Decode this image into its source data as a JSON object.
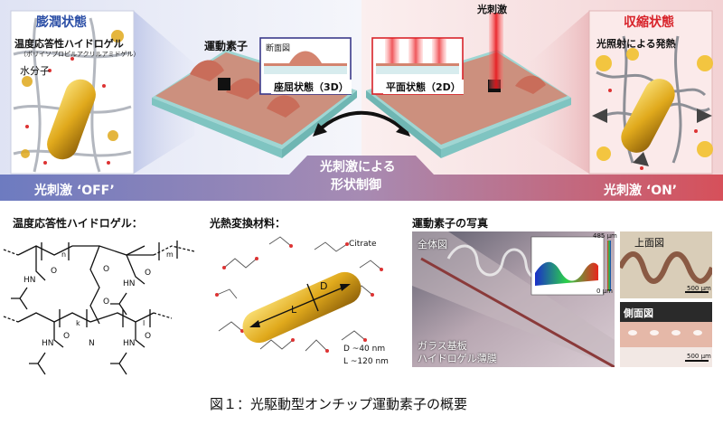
{
  "top": {
    "left_state": "膨潤状態",
    "right_state": "収縮状態",
    "left_hydrogel": "温度応答性ハイドロゲル",
    "left_hydrogel_sub": "（ポリイソプロピルアクリルアミドゲル）",
    "left_water": "水分子",
    "right_heat": "光照射による発熱",
    "motion_element": "運動素子",
    "cross_section": "断面図",
    "buckled_state": "座屈状態（3D）",
    "flat_state": "平面状態（2D）",
    "light_stimulus": "光刺激",
    "band_left": "光刺激 ‘OFF’",
    "band_center_1": "光刺激による",
    "band_center_2": "形状制御",
    "band_right": "光刺激 ‘ON’"
  },
  "bottom": {
    "hydrogel_title": "温度応答性ハイドロゲル：",
    "photothermal_title": "光熱変換材料：",
    "photo_title": "運動素子の写真",
    "citrate": "Citrate",
    "rod_L": "L",
    "rod_D": "D",
    "d_size": "D ~40 nm",
    "l_size": "L ~120 nm",
    "chem_n": "n",
    "chem_m": "m",
    "chem_k": "k",
    "chem_l": "l",
    "chem_hn": "HN",
    "chem_o": "O",
    "chem_n_atom": "N",
    "full_view": "全体図",
    "top_view": "上面図",
    "side_view": "側面図",
    "glass_substrate": "ガラス基板",
    "hydrogel_film": "ハイドロゲル薄膜",
    "scale_485": "485 μm",
    "scale_0": "0 μm",
    "scalebar_1": "500 μm",
    "scalebar_2": "500 μm"
  },
  "caption": "図１：光駆動型オンチップ運動素子の概要",
  "colors": {
    "blue_state": "#2c4fa6",
    "red_state": "#d8232a",
    "band_blue": "#6d7bc0",
    "band_red": "#d6505a",
    "gold": "#e0a91c"
  }
}
